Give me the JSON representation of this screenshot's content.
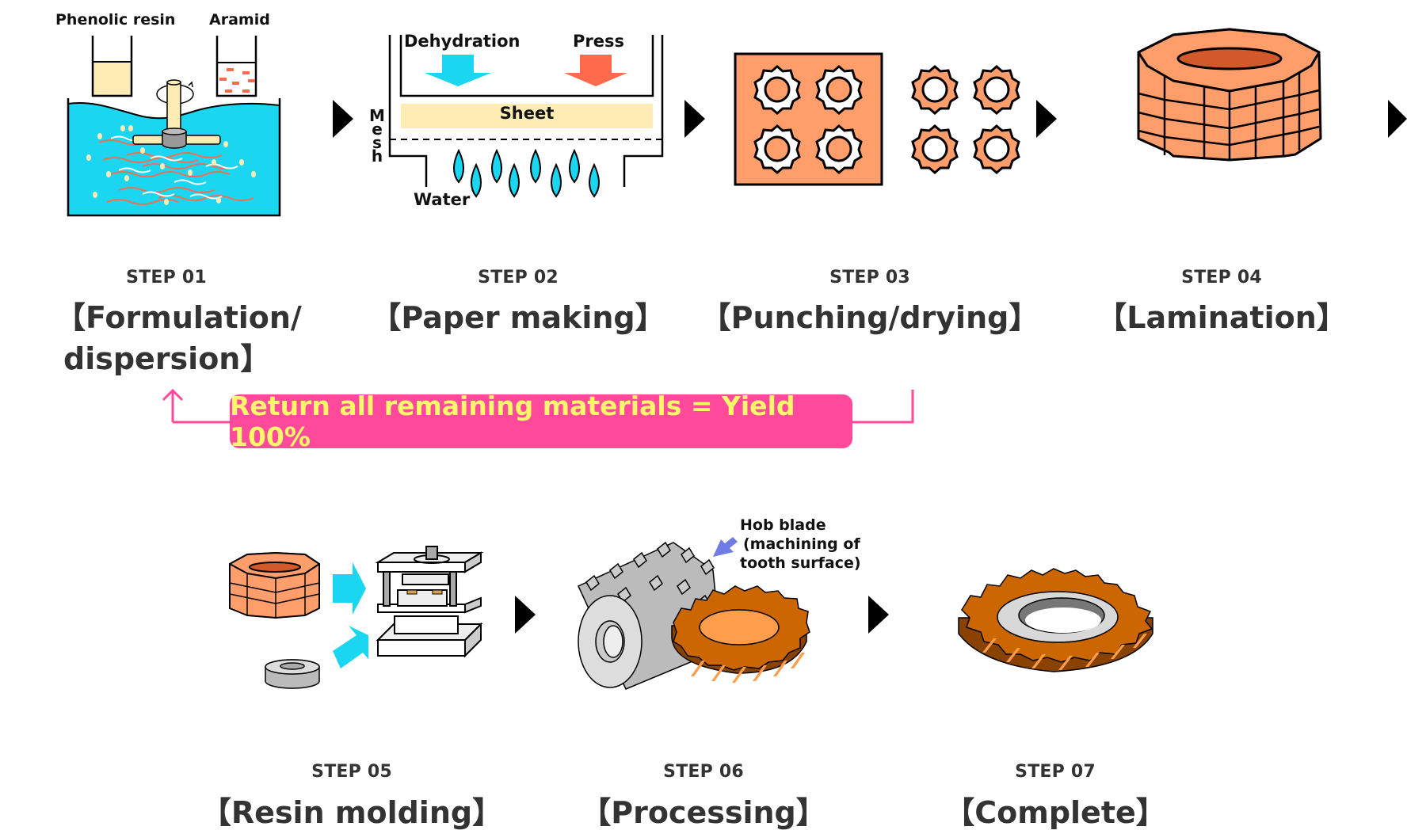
{
  "colors": {
    "water": "#1bd6f0",
    "resin": "#feecb4",
    "aramid": "#ff6a4d",
    "sheet_orange": "#ff9d6b",
    "hole_orange": "#d25a2a",
    "gear_brown": "#cc6600",
    "return_box": "#ff4a9b",
    "return_text": "#fff86a",
    "press_arrow": "#ff6a4d",
    "hob_arrow": "#6f7ce6"
  },
  "steps": [
    {
      "number": "STEP 01",
      "title_line1": "【Formulation/",
      "title_line2": "dispersion】",
      "illustration": {
        "labels": {
          "left_beaker": "Phenolic resin",
          "right_beaker": "Aramid"
        },
        "icon": "mixing-tank-icon"
      }
    },
    {
      "number": "STEP 02",
      "title": "【Paper making】",
      "illustration": {
        "labels": {
          "dehydration": "Dehydration",
          "press": "Press",
          "sheet": "Sheet",
          "mesh": "Mesh",
          "water": "Water"
        },
        "icon": "paper-press-icon"
      }
    },
    {
      "number": "STEP 03",
      "title": "【Punching/drying】",
      "illustration": {
        "icon": "punched-sheet-icon"
      }
    },
    {
      "number": "STEP 04",
      "title": "【Lamination】",
      "illustration": {
        "icon": "laminated-stack-icon"
      }
    },
    {
      "number": "STEP 05",
      "title": "【Resin molding】",
      "illustration": {
        "icon": "molding-press-icon"
      }
    },
    {
      "number": "STEP 06",
      "title": "【Processing】",
      "illustration": {
        "labels": {
          "hob_line1": "Hob blade",
          "hob_line2": "(machining of",
          "hob_line3": "tooth surface)"
        },
        "icon": "hob-cutter-icon"
      }
    },
    {
      "number": "STEP 07",
      "title": "【Complete】",
      "illustration": {
        "icon": "finished-gear-icon"
      }
    }
  ],
  "return_loop": {
    "text": "Return all remaining materials = Yield 100%"
  }
}
